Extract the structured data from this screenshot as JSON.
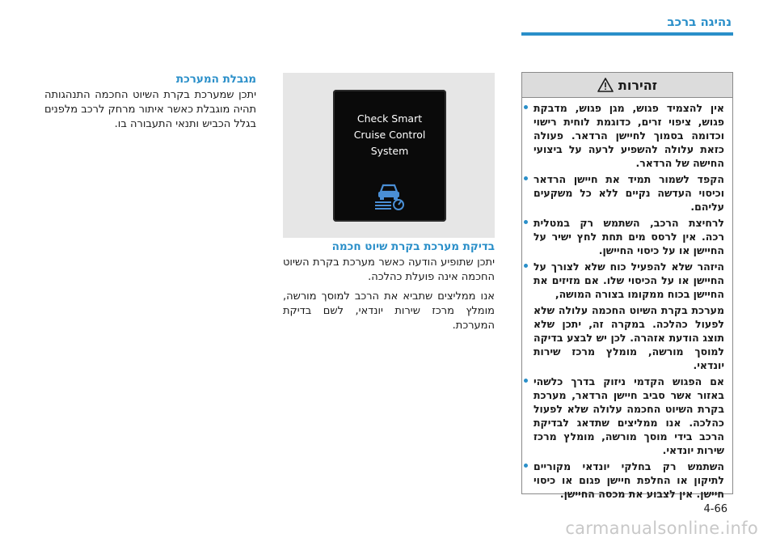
{
  "header": {
    "title": "נהיגה ברכב",
    "accent": "#2a8fc9"
  },
  "warning": {
    "title": "זהירות",
    "items": [
      "אין להצמיד פגוש, מגן פגוש, מדבקת פגוש, ציפוי זרים, כדוגמת לוחית רישוי וכדומה בסמוך לחיישן הרדאר. פעולה כזאת עלולה להשפיע לרעה על ביצועי החישה של הרדאר.",
      "הקפד לשמור תמיד את חיישן הרדאר וכיסוי העדשה נקיים ללא כל משקעים עליהם.",
      "לרחיצת הרכב, השתמש רק במטלית רכה. אין לרסס מים תחת לחץ ישיר על החיישן או על כיסוי החיישן.",
      "היזהר שלא להפעיל כוח שלא לצורך על החיישן או על הכיסוי שלו. אם מזיזים את החיישן בכוח ממקומו בצורה המושה,",
      "מערכת בקרת השיוט החכמה עלולה שלא לפעול כהלכה. במקרה זה, יתכן שלא תוצג הודעת אזהרה. לכן יש לבצע בדיקה למוסך מורשה, מומלץ מרכז שירות יונדאי.",
      "אם הפגוש הקדמי ניזוק בדרך כלשהי באזור אשר סביב חיישן הרדאר, מערכת בקרת השיוט החכמה עלולה שלא לפעול כהלכה. אנו ממליצים שתדאג לבדיקת הרכב בידי מוסך מורשה, מומלץ מרכז שירות יונדאי.",
      "השתמש רק בחלקי יונדאי מקוריים לתיקון או החלפת חיישן פגום או כיסוי חיישן. אין לצבוע את מכסה החיישן."
    ]
  },
  "display": {
    "lines": [
      "Check Smart",
      "Cruise Control",
      "System"
    ]
  },
  "middle": {
    "title": "בדיקת מערכת בקרת שיוט חכמה",
    "paragraphs": [
      "יתכן שתופיע הודעה כאשר מערכת בקרת השיוט החכמה אינה פועלת כהלכה.",
      "אנו ממליצים שתביא את הרכב למוסך מורשה, מומלץ מרכז שירות יונדאי, לשם בדיקת המערכת."
    ]
  },
  "left": {
    "title": "מגבלת המערכת",
    "paragraphs": [
      "יתכן שמערכת בקרת השיוט החכמה התנהגותה תהיה מוגבלת כאשר איתור מרחק לרכב מלפנים בגלל הכביש ותנאי התעבורה בו."
    ]
  },
  "page": {
    "number": "4-66"
  },
  "watermark": "carmanualsonline.info"
}
